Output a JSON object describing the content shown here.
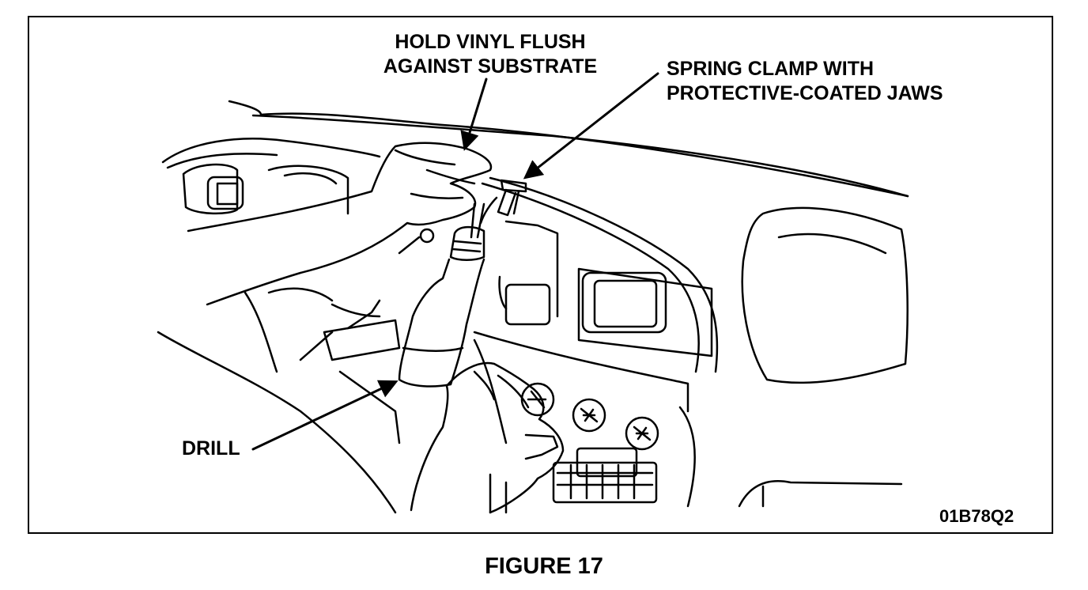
{
  "figure": {
    "labels": {
      "hold_vinyl_line1": "HOLD  VINYL  FLUSH",
      "hold_vinyl_line2": "AGAINST SUBSTRATE",
      "spring_clamp_line1": "SPRING  CLAMP  WITH",
      "spring_clamp_line2": "PROTECTIVE-COATED JAWS",
      "drill": "DRILL",
      "code": "01B78Q2"
    },
    "caption": "FIGURE 17"
  }
}
